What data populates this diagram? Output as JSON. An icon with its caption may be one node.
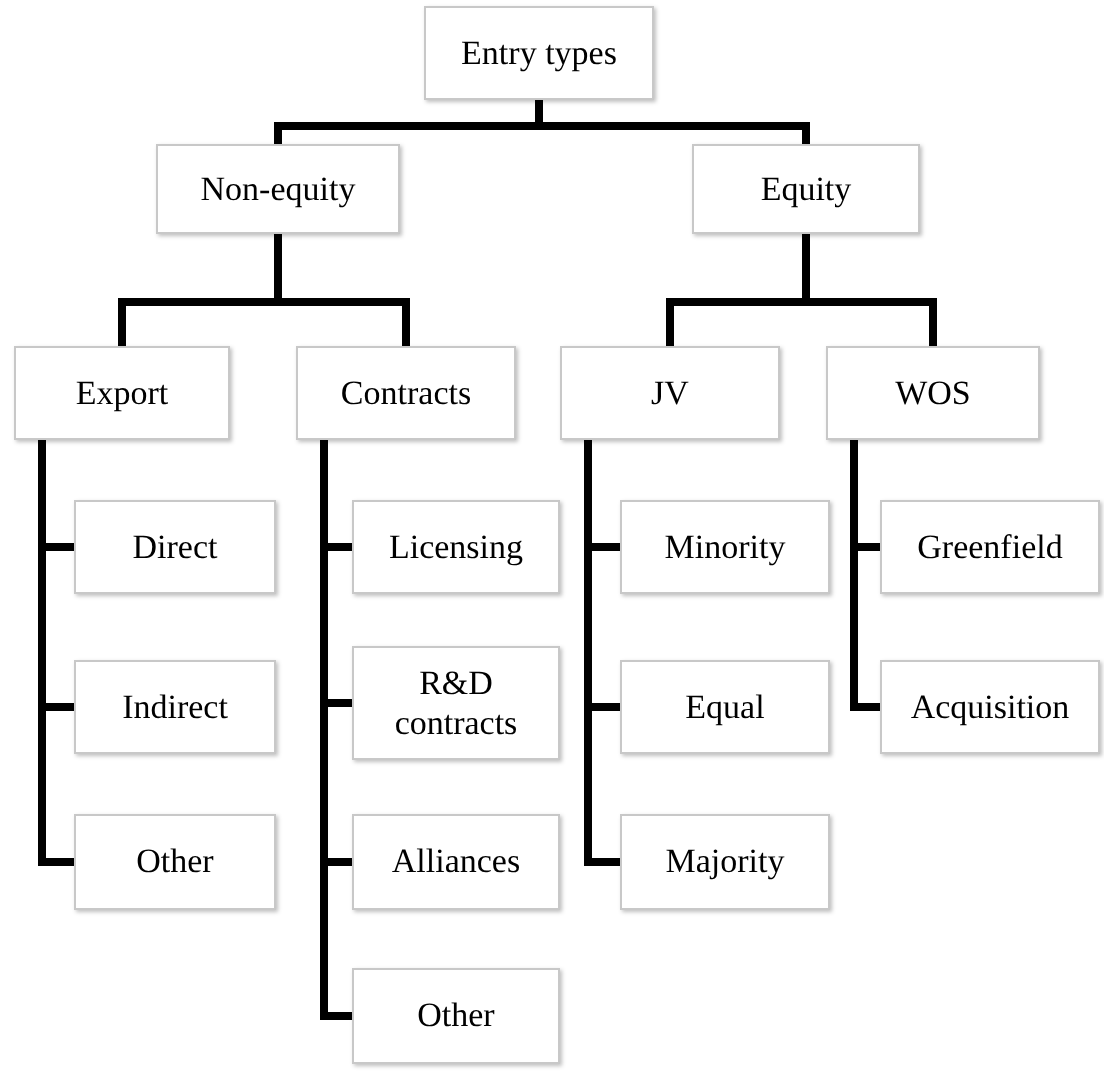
{
  "diagram": {
    "nodes": [
      {
        "text": [
          "Entry types"
        ]
      },
      {
        "text": [
          "Non-equity"
        ]
      },
      {
        "text": [
          "Equity"
        ]
      },
      {
        "text": [
          "Export"
        ]
      },
      {
        "text": [
          "Contracts"
        ]
      },
      {
        "text": [
          "JV"
        ]
      },
      {
        "text": [
          "WOS"
        ]
      },
      {
        "text": [
          "Direct"
        ]
      },
      {
        "text": [
          "Indirect"
        ]
      },
      {
        "text": [
          "Other"
        ]
      },
      {
        "text": [
          "Licensing"
        ]
      },
      {
        "text": [
          "R&D contracts"
        ]
      },
      {
        "text": [
          "Alliances"
        ]
      },
      {
        "text": [
          "Other"
        ]
      },
      {
        "text": [
          "Minority"
        ]
      },
      {
        "text": [
          "Equal"
        ]
      },
      {
        "text": [
          "Majority"
        ]
      },
      {
        "text": [
          "Greenfield"
        ]
      },
      {
        "text": [
          "Acquisition"
        ]
      }
    ],
    "edges": [
      {
        "from": 0,
        "to": 1,
        "arrow": "none"
      },
      {
        "from": 0,
        "to": 2,
        "arrow": "none"
      },
      {
        "from": 1,
        "to": 3,
        "arrow": "none"
      },
      {
        "from": 1,
        "to": 4,
        "arrow": "none"
      },
      {
        "from": 2,
        "to": 5,
        "arrow": "none"
      },
      {
        "from": 2,
        "to": 6,
        "arrow": "none"
      },
      {
        "from": 3,
        "to": 7,
        "arrow": "none"
      },
      {
        "from": 3,
        "to": 8,
        "arrow": "none"
      },
      {
        "from": 3,
        "to": 9,
        "arrow": "none"
      },
      {
        "from": 4,
        "to": 10,
        "arrow": "none"
      },
      {
        "from": 4,
        "to": 11,
        "arrow": "none"
      },
      {
        "from": 4,
        "to": 12,
        "arrow": "none"
      },
      {
        "from": 4,
        "to": 13,
        "arrow": "none"
      },
      {
        "from": 5,
        "to": 14,
        "arrow": "none"
      },
      {
        "from": 5,
        "to": 15,
        "arrow": "none"
      },
      {
        "from": 5,
        "to": 16,
        "arrow": "none"
      },
      {
        "from": 6,
        "to": 17,
        "arrow": "none"
      },
      {
        "from": 6,
        "to": 18,
        "arrow": "none"
      }
    ]
  }
}
